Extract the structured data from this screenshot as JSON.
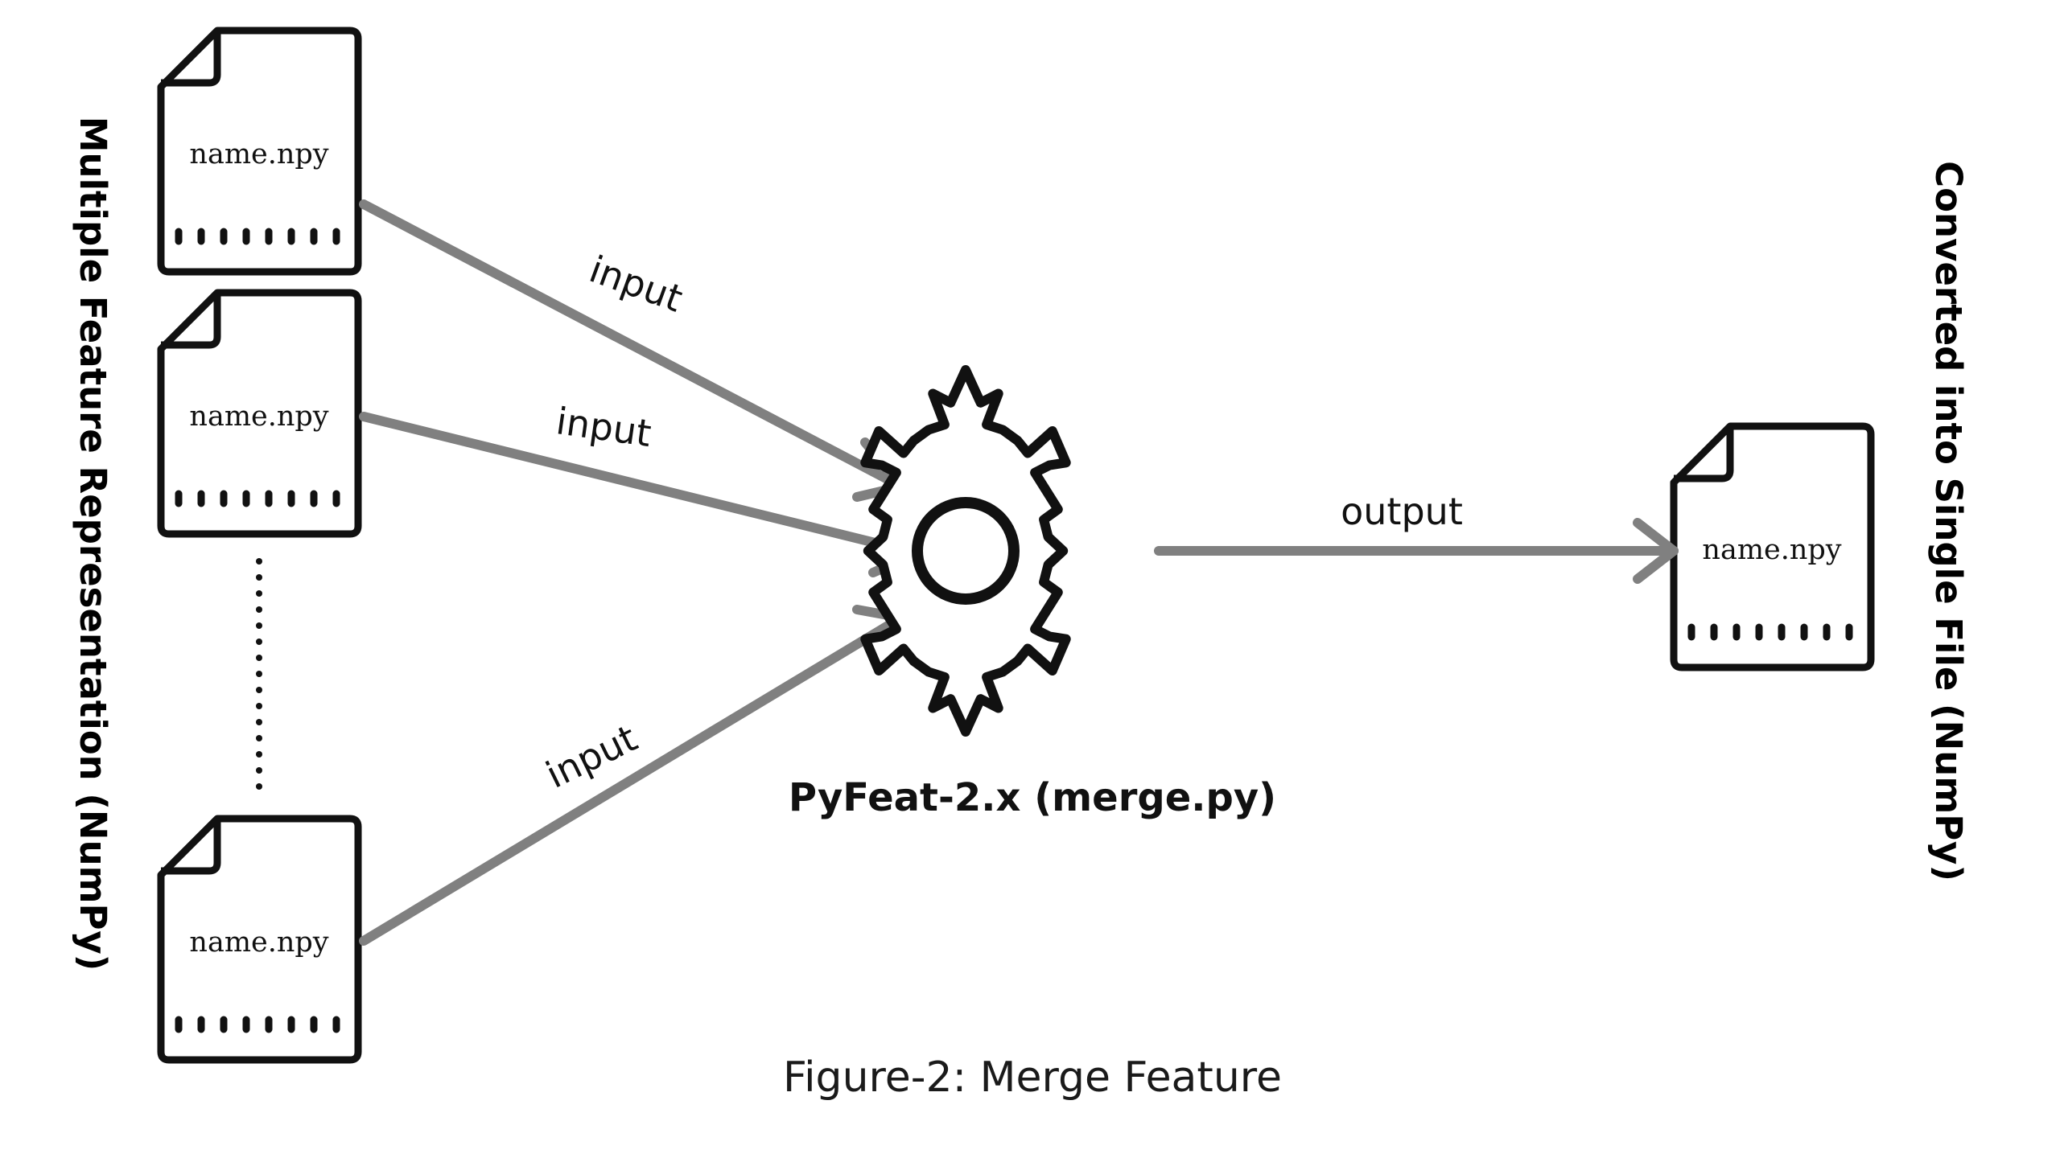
{
  "diagram": {
    "left_title": "Multiple Feature Representation (NumPy)",
    "right_title": "Converted into Single File (NumPy)",
    "input_files": [
      {
        "label": "name.npy"
      },
      {
        "label": "name.npy"
      },
      {
        "label": "name.npy"
      }
    ],
    "output_file": {
      "label": "name.npy"
    },
    "edge_labels": {
      "input_1": "input",
      "input_2": "input",
      "input_3": "input",
      "output": "output"
    },
    "process_caption": "PyFeat-2.x (merge.py)",
    "figure_caption": "Figure-2: Merge Feature",
    "colors": {
      "arrow": "#808080",
      "outline": "#111111",
      "background": "#ffffff"
    },
    "icons": [
      "file-icon",
      "gear-icon"
    ]
  }
}
